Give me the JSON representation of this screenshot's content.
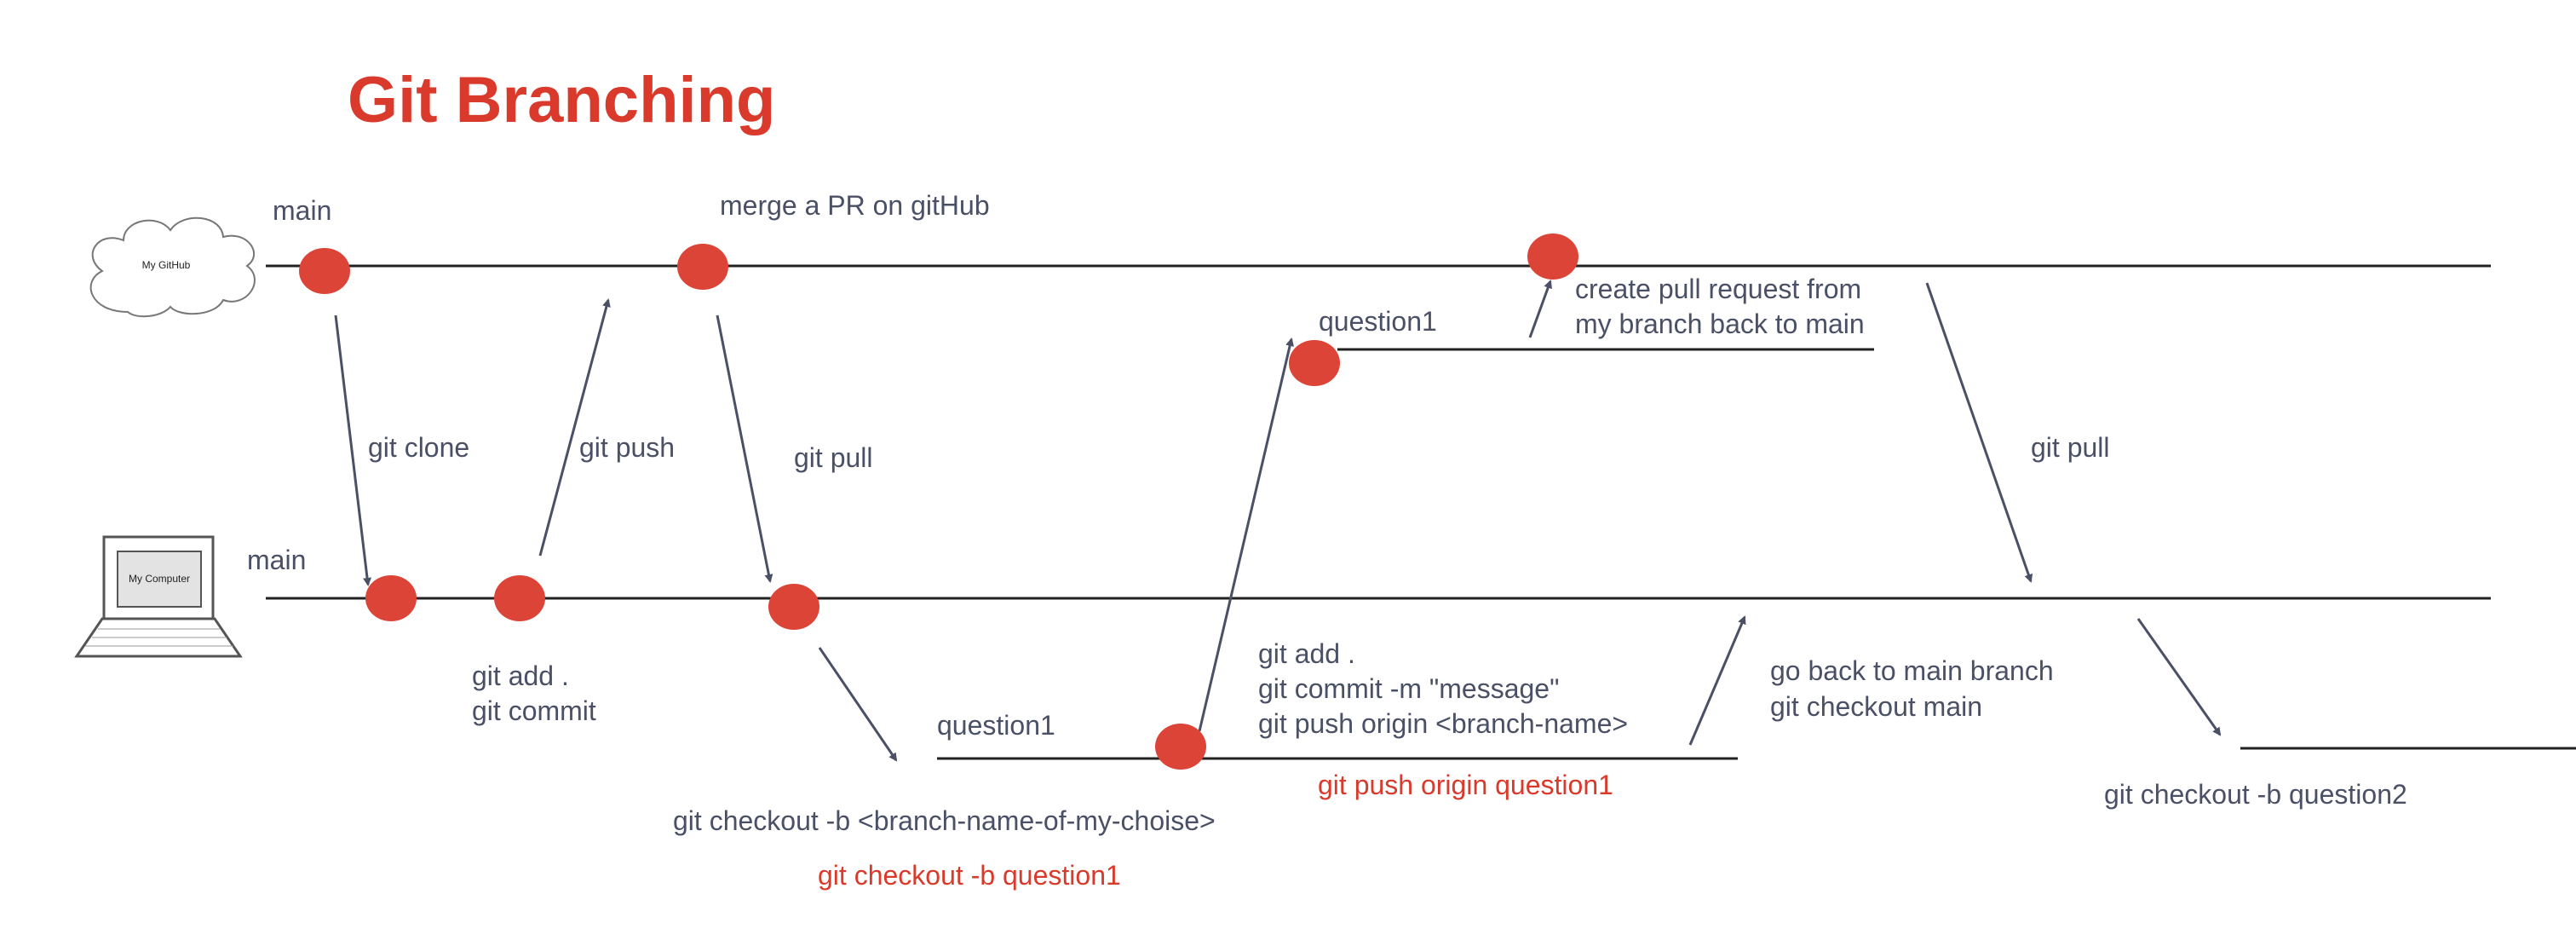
{
  "title": "Git Branching",
  "colors": {
    "accent": "#d93a2b",
    "commit": "#db4437",
    "text": "#4a5065",
    "line": "#222222"
  },
  "icons": {
    "github": "cloud-icon",
    "computer": "laptop-icon"
  },
  "github": {
    "icon_label": "My GitHub",
    "branch_label": "main",
    "merge_label": "merge a PR on gitHub",
    "question1_label": "question1",
    "pull_request_line1": "create pull request from",
    "pull_request_line2": "my branch back to main"
  },
  "local": {
    "icon_label": "My Computer",
    "branch_label": "main",
    "add_line1": "git add .",
    "add_line2": "git commit",
    "question1_label": "question1",
    "checkout_label": "git checkout -b <branch-name-of-my-choise>",
    "checkout_example": "git checkout -b question1",
    "commit_line1": "git add .",
    "commit_line2": "git commit -m \"message\"",
    "commit_line3": "git push origin <branch-name>",
    "push_example": "git push origin question1",
    "back_line1": "go back to main branch",
    "back_line2": "git checkout main",
    "checkout2_label": "git checkout -b question2"
  },
  "arrows": {
    "clone": "git clone",
    "push": "git push",
    "pull1": "git pull",
    "pull2": "git pull"
  }
}
